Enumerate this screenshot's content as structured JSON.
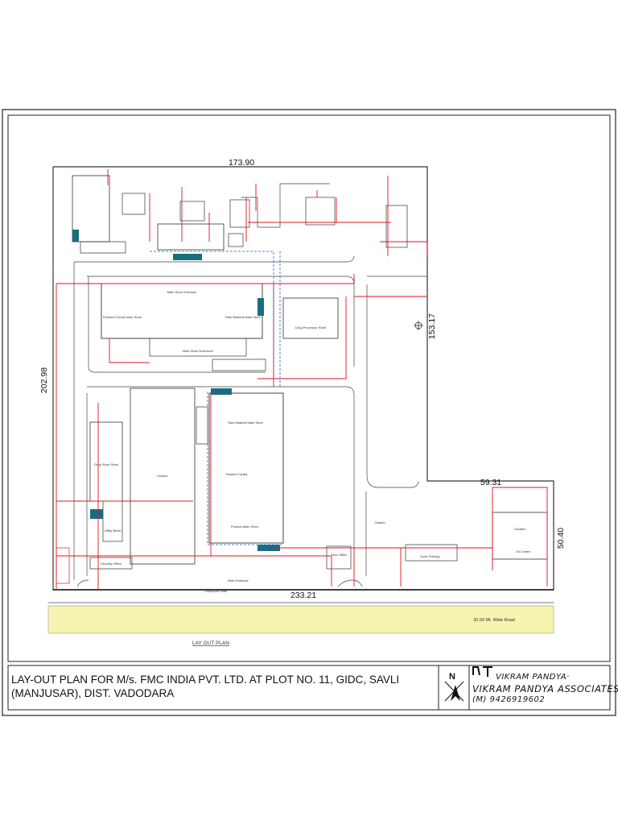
{
  "dimensions": {
    "top": "173.90",
    "left": "202.98",
    "right_upper": "153.17",
    "right_lower_width": "59.31",
    "right_lower_height": "50.40",
    "bottom": "233.21"
  },
  "labels": {
    "road": "30.00 Mt. Wide Road",
    "plan_caption": "LAY OUT PLAN",
    "garden_west": "Garden",
    "garden_east": "Garden",
    "compound_wall": "Compound Wall",
    "main_entrance": "Main Entrance",
    "raw_material_store": "Raw Material Main Store",
    "powder_facility": "Powder Facility",
    "product_store": "Product Main Store",
    "finished_goods": "Finished Goods Main Store",
    "raw_material_small": "Raw Material Main Store",
    "main_store_top": "Main Store Entrance",
    "main_store_ext": "Main Store Extension",
    "drug_store": "Drug Store Shed",
    "utility_block": "Utility Block",
    "security": "Security Office",
    "gate_office": "Time Office",
    "canteen": "Canteen",
    "oil_centre": "Oil Centre",
    "cycle_parking": "Cycle Parking",
    "emergency_shelter": "Drug Processor Shed"
  },
  "title_block": {
    "line1": "LAY-OUT PLAN FOR M/s.  FMC INDIA PVT. LTD. AT PLOT NO. 11, GIDC, SAVLI",
    "line2": "(MANJUSAR), DIST. VADODARA",
    "north": "N",
    "firm_name": "VIKRAM PANDYA·",
    "firm_assoc": "VIKRAM PANDYA ASSOCIATES",
    "firm_phone": "(M) 9426919602"
  },
  "colors": {
    "line": "#111111",
    "fire_line": "#e0141e",
    "water_line": "#2060c0",
    "road_fill": "#f7f3b0",
    "block_fill": "#1a6d80"
  }
}
